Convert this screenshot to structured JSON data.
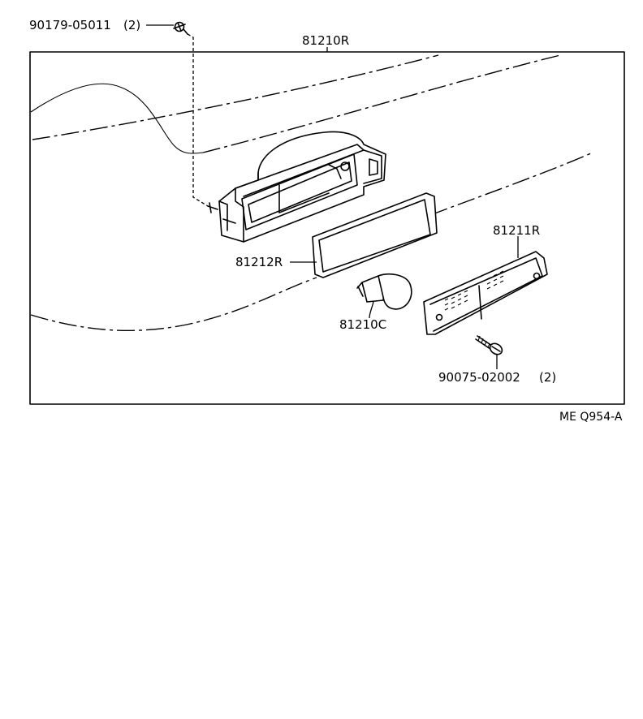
{
  "diagram": {
    "reference_code": "ME Q954-A",
    "parts": {
      "nut": {
        "number": "90179-05011",
        "qty": "(2)"
      },
      "lamp_assembly": {
        "number": "81210R"
      },
      "gasket": {
        "number": "81212R"
      },
      "lens": {
        "number": "81211R"
      },
      "bulb": {
        "number": "81210C"
      },
      "screw": {
        "number": "90075-02002",
        "qty": "(2)"
      }
    }
  }
}
